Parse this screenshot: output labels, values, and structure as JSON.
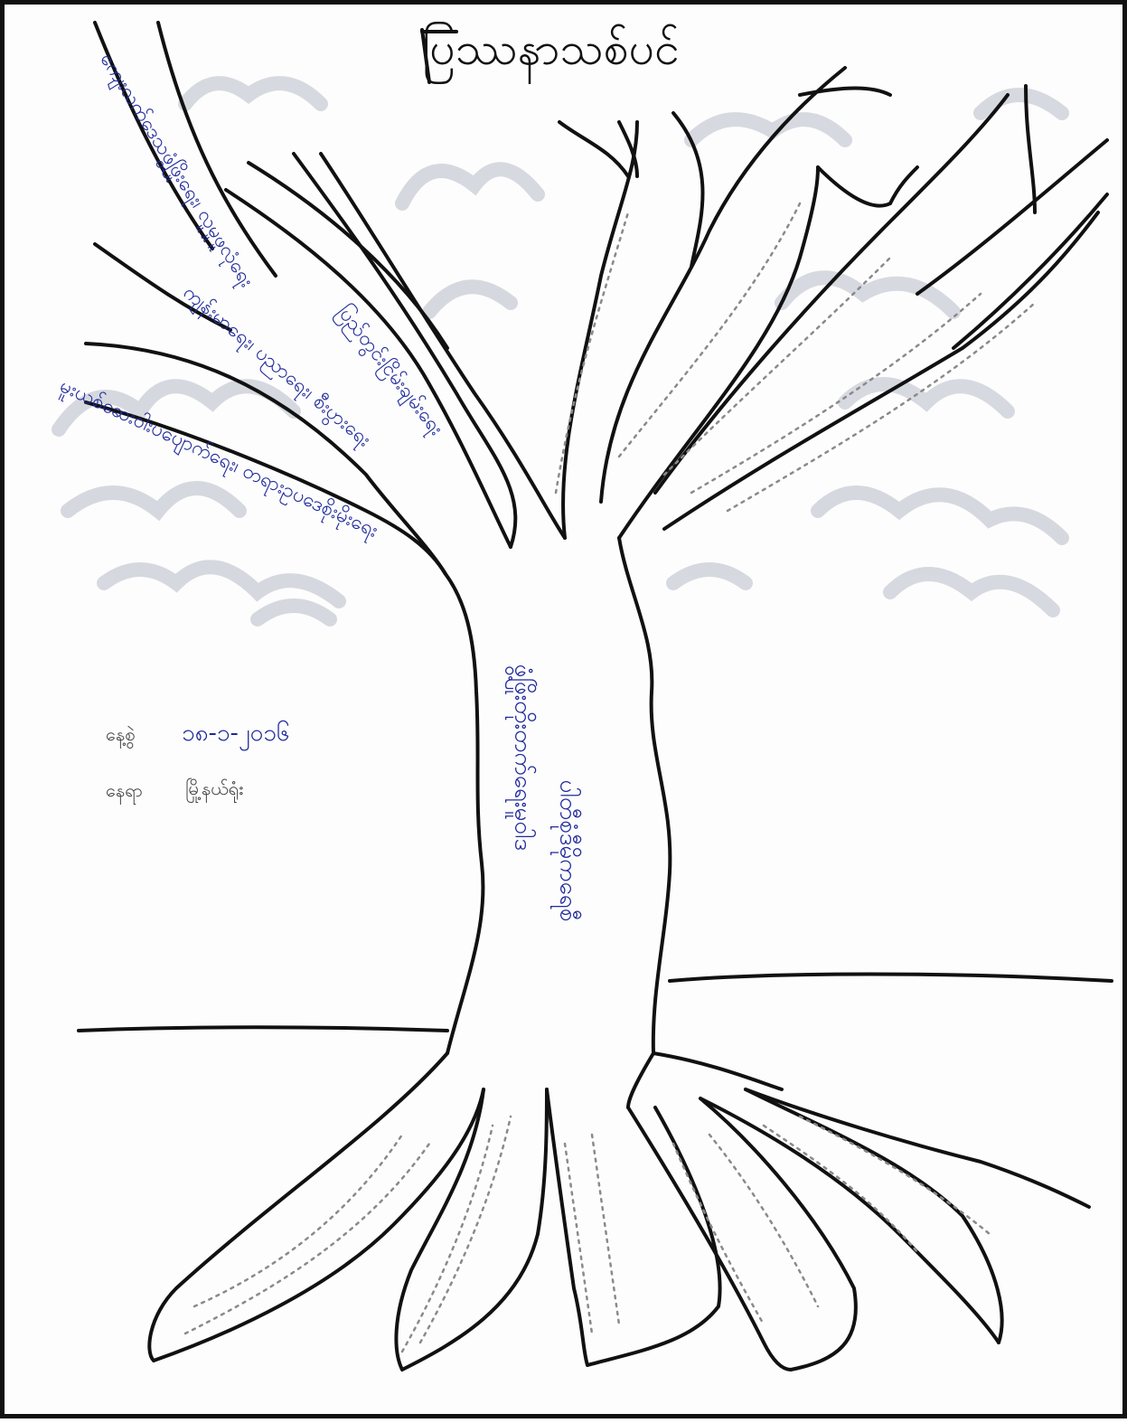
{
  "title": "ပြဿနာသစ်ပင်",
  "trunk": {
    "line1": "ပါတီစုံဒီမိုကရေစီ",
    "line2": "ဖွံ့ဖြိုးတိုးတက်ရေးမူဝါဒ"
  },
  "branches": [
    "ကျေးလက်ဒေသဖွံ့ဖြိုးရေး၊ လူမှုဖူလုံရေး",
    "ကျန်းမာရေး၊ ပညာရေး၊ စီးပွားရေး",
    "မူးယစ်ဆေးဝါးပပျောက်ရေး၊ တရားဥပဒေစိုးမိုးရေး",
    "ပြည်တွင်းငြိမ်းချမ်းရေး"
  ],
  "notes": {
    "date_label": "နေ့စွဲ",
    "date_value": "၁၈-၁-၂၀၁၆",
    "place_label": "နေရာ",
    "place_value": "မြို့နယ်ရုံး"
  },
  "colors": {
    "ink": "#111111",
    "pen_blue": "#1f2a9a",
    "faded_cloud": "#c9ccd6",
    "pencil_text": "#8a8a8a"
  }
}
